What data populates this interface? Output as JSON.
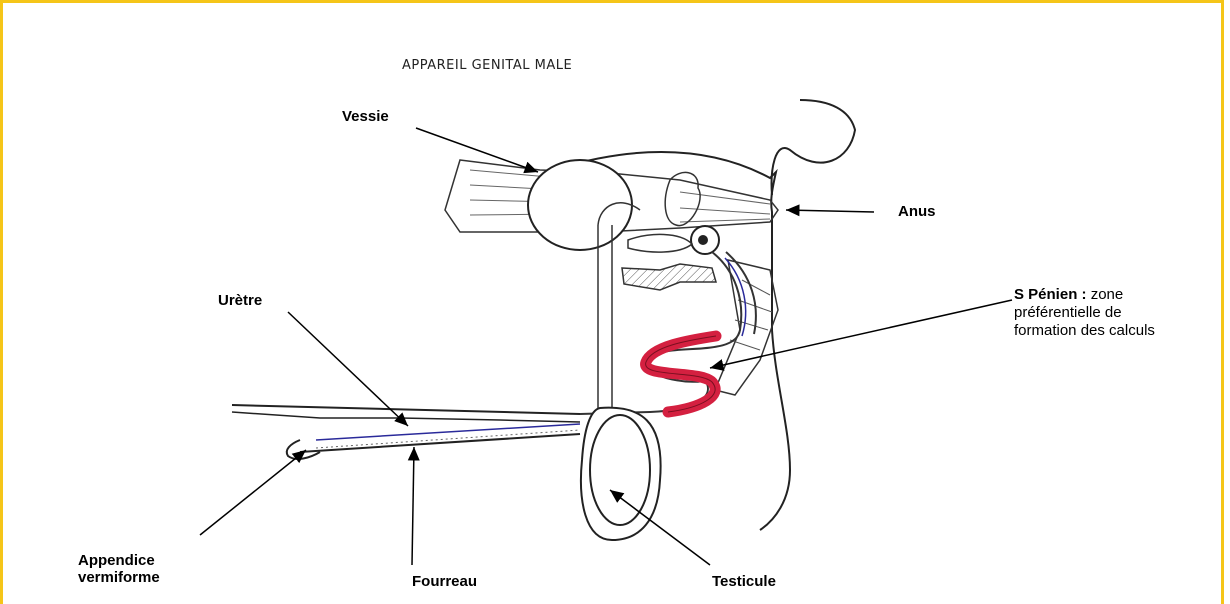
{
  "title": "APPAREIL GENITAL MALE",
  "labels": {
    "vessie": "Vessie",
    "anus": "Anus",
    "uretre": "Urètre",
    "appendice_line1": "Appendice",
    "appendice_line2": "vermiforme",
    "fourreau": "Fourreau",
    "testicule": "Testicule",
    "s_penien_bold": "S  Pénien :",
    "s_penien_text1": "zone",
    "s_penien_text2": "préférentielle de",
    "s_penien_text3": "formation des calculs"
  },
  "colors": {
    "frame": "#f5c518",
    "s_curve": "#d42040",
    "urethra_line": "#2a2a9a"
  }
}
